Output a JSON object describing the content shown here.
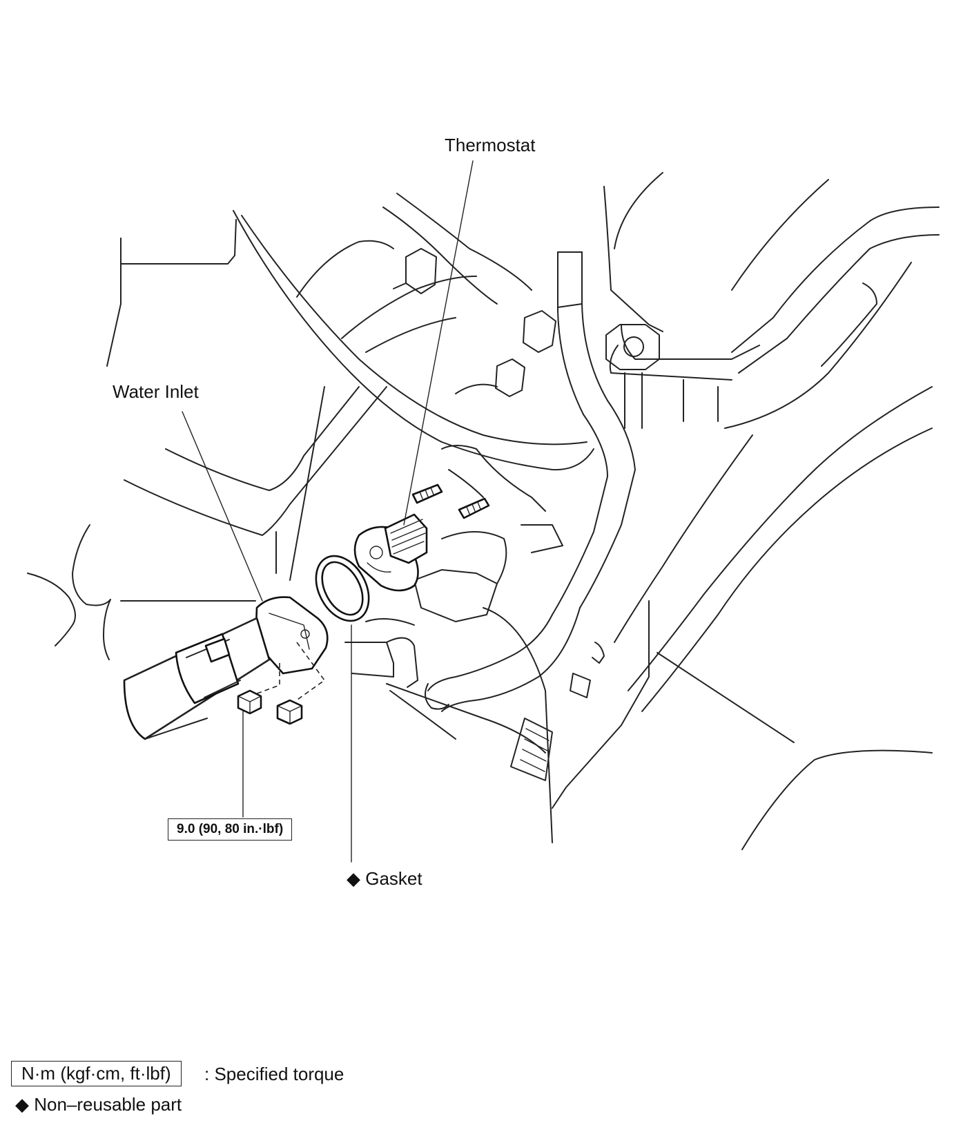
{
  "labels": {
    "thermostat": "Thermostat",
    "water_inlet": "Water Inlet",
    "gasket": "Gasket",
    "gasket_marker": "◆"
  },
  "torque": {
    "value": "9.0 (90, 80 in.·lbf)"
  },
  "legend": {
    "torque_unit_box": "N·m (kgf·cm, ft·lbf)",
    "torque_desc": ": Specified torque",
    "nonreusable_marker": "◆",
    "nonreusable_desc": "Non–reusable part"
  }
}
